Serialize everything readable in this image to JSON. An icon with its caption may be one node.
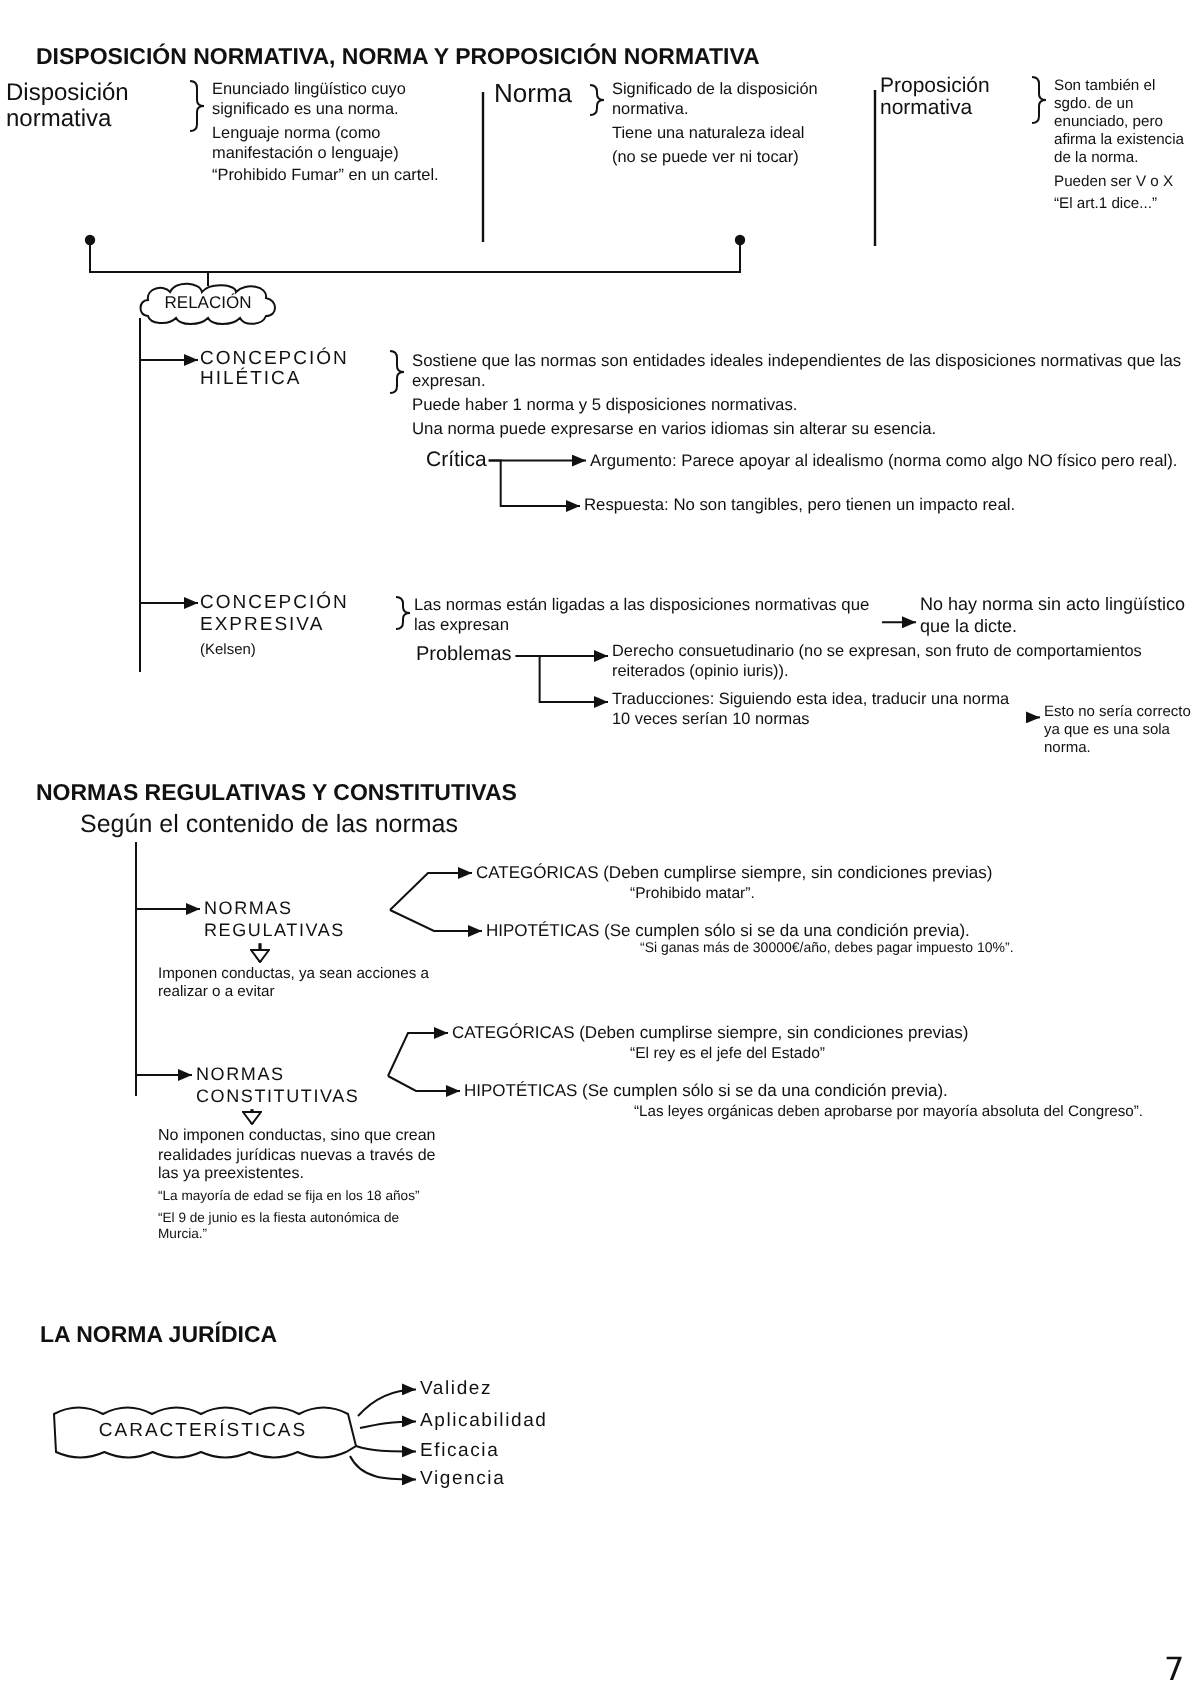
{
  "diagram": {
    "title": "DISPOSICIÓN NORMATIVA, NORMA Y PROPOSICIÓN NORMATIVA",
    "nodes": [
      {
        "text": [
          "Disposición normativa",
          "Enunciado lingüístico cuyo significado es una norma.",
          "Lenguaje norma (como manifestación o lenguaje)",
          "“Prohibido Fumar” en un cartel."
        ]
      },
      {
        "text": [
          "Norma",
          "Significado de la disposición normativa.",
          "Tiene una naturaleza ideal",
          "(no se puede ver ni tocar)"
        ]
      },
      {
        "text": [
          "Proposición normativa",
          "Son también el sgdo. de un enunciado, pero afirma la existencia de la norma.",
          "Pueden ser V o X",
          "“El art.1 dice...”"
        ]
      },
      {
        "text": [
          "RELACIÓN"
        ]
      },
      {
        "text": [
          "CONCEPCIÓN HILÉTICA",
          "Sostiene que las normas son entidades ideales independientes de las disposiciones normativas que las expresan.",
          "Puede haber 1 norma y 5 disposiciones normativas.",
          "Una norma puede expresarse en varios idiomas sin alterar su esencia."
        ]
      },
      {
        "text": [
          "Crítica"
        ]
      },
      {
        "text": [
          "Argumento: Parece apoyar al idealismo (norma como algo NO físico pero real)."
        ]
      },
      {
        "text": [
          "Respuesta: No son tangibles, pero tienen un impacto real."
        ]
      },
      {
        "text": [
          "CONCEPCIÓN EXPRESIVA",
          "(Kelsen)"
        ]
      },
      {
        "text": [
          "Las normas están ligadas a las disposiciones normativas que las expresan"
        ]
      },
      {
        "text": [
          "No hay norma sin acto lingüístico que la dicte."
        ]
      },
      {
        "text": [
          "Problemas"
        ]
      },
      {
        "text": [
          "Derecho consuetudinario (no se expresan, son fruto de comportamientos reiterados (opinio iuris))."
        ]
      },
      {
        "text": [
          "Traducciones: Siguiendo esta idea, traducir una norma 10 veces serían 10 normas"
        ]
      },
      {
        "text": [
          "Esto no sería correcto ya que es una sola norma."
        ]
      },
      {
        "text": [
          "Según el contenido de las normas"
        ]
      },
      {
        "text": [
          "NORMAS REGULATIVAS"
        ]
      },
      {
        "text": [
          "Imponen conductas, ya sean acciones a realizar o a evitar"
        ]
      },
      {
        "text": [
          "CATEGÓRICAS (Deben cumplirse siempre, sin condiciones previas)",
          "“Prohibido matar”."
        ]
      },
      {
        "text": [
          "HIPOTÉTICAS (Se cumplen sólo si se da una condición previa).",
          "“Si ganas más de 30000€/año, debes pagar impuesto 10%”."
        ]
      },
      {
        "text": [
          "NORMAS CONSTITUTIVAS"
        ]
      },
      {
        "text": [
          "No imponen conductas, sino que crean realidades jurídicas nuevas a través de las ya preexistentes.",
          "“La mayoría de edad se fija en los 18 años”",
          "“El 9 de junio es la fiesta autonómica de Murcia.”"
        ]
      },
      {
        "text": [
          "CATEGÓRICAS (Deben cumplirse siempre, sin condiciones previas)",
          "“El rey es el jefe del Estado”"
        ]
      },
      {
        "text": [
          "HIPOTÉTICAS (Se cumplen sólo si se da una condición previa).",
          "“Las leyes orgánicas deben aprobarse por mayoría absoluta del Congreso”."
        ]
      },
      {
        "text": [
          "CARACTERÍSTICAS"
        ]
      },
      {
        "text": [
          "Validez"
        ]
      },
      {
        "text": [
          "Aplicabilidad"
        ]
      },
      {
        "text": [
          "Eficacia"
        ]
      },
      {
        "text": [
          "Vigencia"
        ]
      }
    ],
    "edges": [
      {
        "from": 0,
        "to": 3,
        "arrow": "other"
      },
      {
        "from": 1,
        "to": 3,
        "arrow": "other"
      },
      {
        "from": 3,
        "to": 4,
        "arrow": "to"
      },
      {
        "from": 3,
        "to": 8,
        "arrow": "to"
      },
      {
        "from": 5,
        "to": 6,
        "arrow": "to"
      },
      {
        "from": 5,
        "to": 7,
        "arrow": "to"
      },
      {
        "from": 9,
        "to": 10,
        "arrow": "to"
      },
      {
        "from": 11,
        "to": 12,
        "arrow": "to"
      },
      {
        "from": 11,
        "to": 13,
        "arrow": "to"
      },
      {
        "from": 13,
        "to": 14,
        "arrow": "to"
      },
      {
        "from": 15,
        "to": 16,
        "arrow": "to"
      },
      {
        "from": 15,
        "to": 20,
        "arrow": "to"
      },
      {
        "from": 16,
        "to": 17,
        "arrow": "to"
      },
      {
        "from": 16,
        "to": 18,
        "arrow": "to"
      },
      {
        "from": 16,
        "to": 19,
        "arrow": "to"
      },
      {
        "from": 20,
        "to": 21,
        "arrow": "to"
      },
      {
        "from": 20,
        "to": 22,
        "arrow": "to"
      },
      {
        "from": 20,
        "to": 23,
        "arrow": "to"
      },
      {
        "from": 24,
        "to": 25,
        "arrow": "to"
      },
      {
        "from": 24,
        "to": 26,
        "arrow": "to"
      },
      {
        "from": 24,
        "to": 27,
        "arrow": "to"
      },
      {
        "from": 24,
        "to": 28,
        "arrow": "to"
      }
    ],
    "labels": [
      "NORMAS REGULATIVAS Y CONSTITUTIVAS",
      "LA NORMA JURÍDICA",
      "7"
    ]
  }
}
